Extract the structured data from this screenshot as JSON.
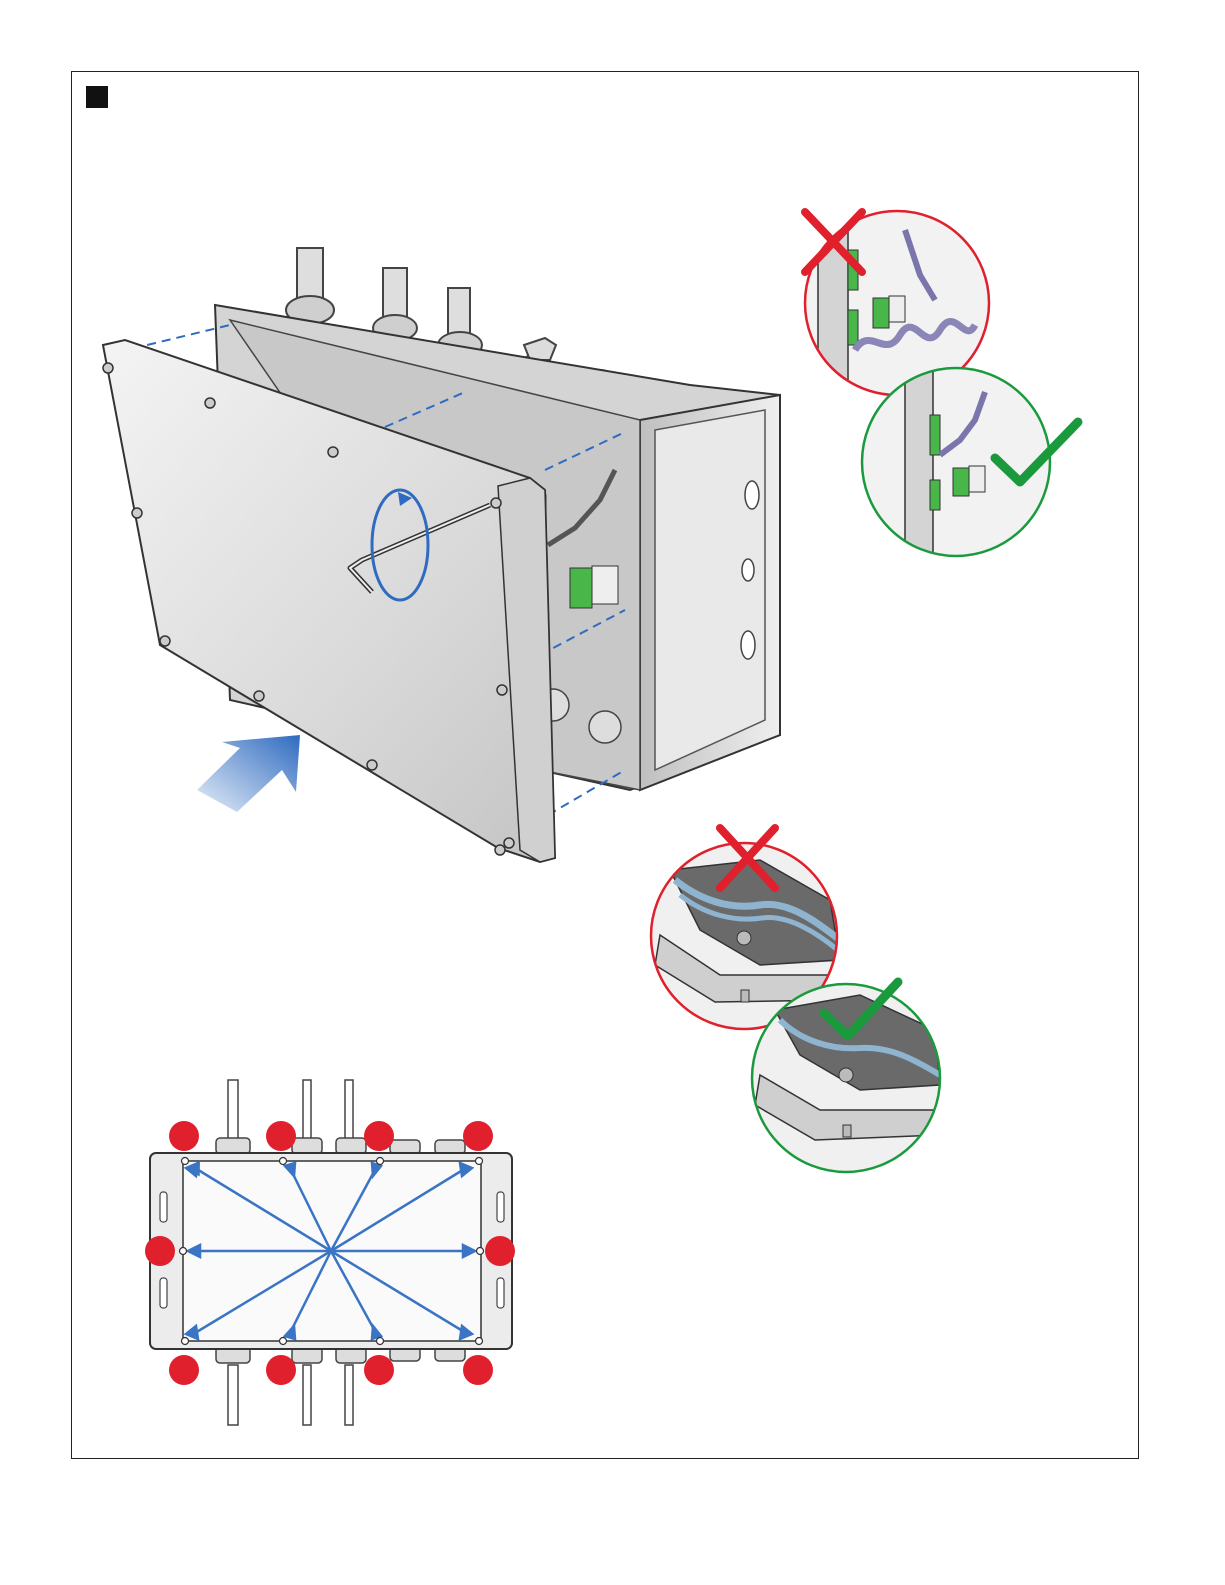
{
  "colors": {
    "wrong": "#e0202c",
    "correct": "#1a9a3c",
    "arrow_blue": "#3a74c4",
    "dash_blue": "#2f6bc0",
    "housing_light": "#ececec",
    "housing_mid": "#d2d2d2",
    "housing_dark": "#9a9a9a",
    "outline": "#333333",
    "terminal_green": "#49b64a",
    "terminal_red": "#c8323a",
    "gasket_blue": "#8fb4d0",
    "cable_purple": "#8a86b8"
  },
  "panels": {
    "step_marker": "black-square-step-indicator",
    "main_illustration": "cover-installation-with-hex-key",
    "cable_detail_wrong": "cable-coiled-incorrect",
    "cable_detail_correct": "cable-routed-correct",
    "gasket_detail_wrong": "gasket-misaligned-incorrect",
    "gasket_detail_correct": "gasket-seated-correct",
    "tightening_sequence": "screw-tightening-order-diagram"
  },
  "icons": {
    "wrong": "red-x-icon",
    "correct": "green-check-icon",
    "push": "blue-push-arrow",
    "rotate": "blue-rotation-arrow",
    "screw_marker": "red-dot-marker"
  }
}
